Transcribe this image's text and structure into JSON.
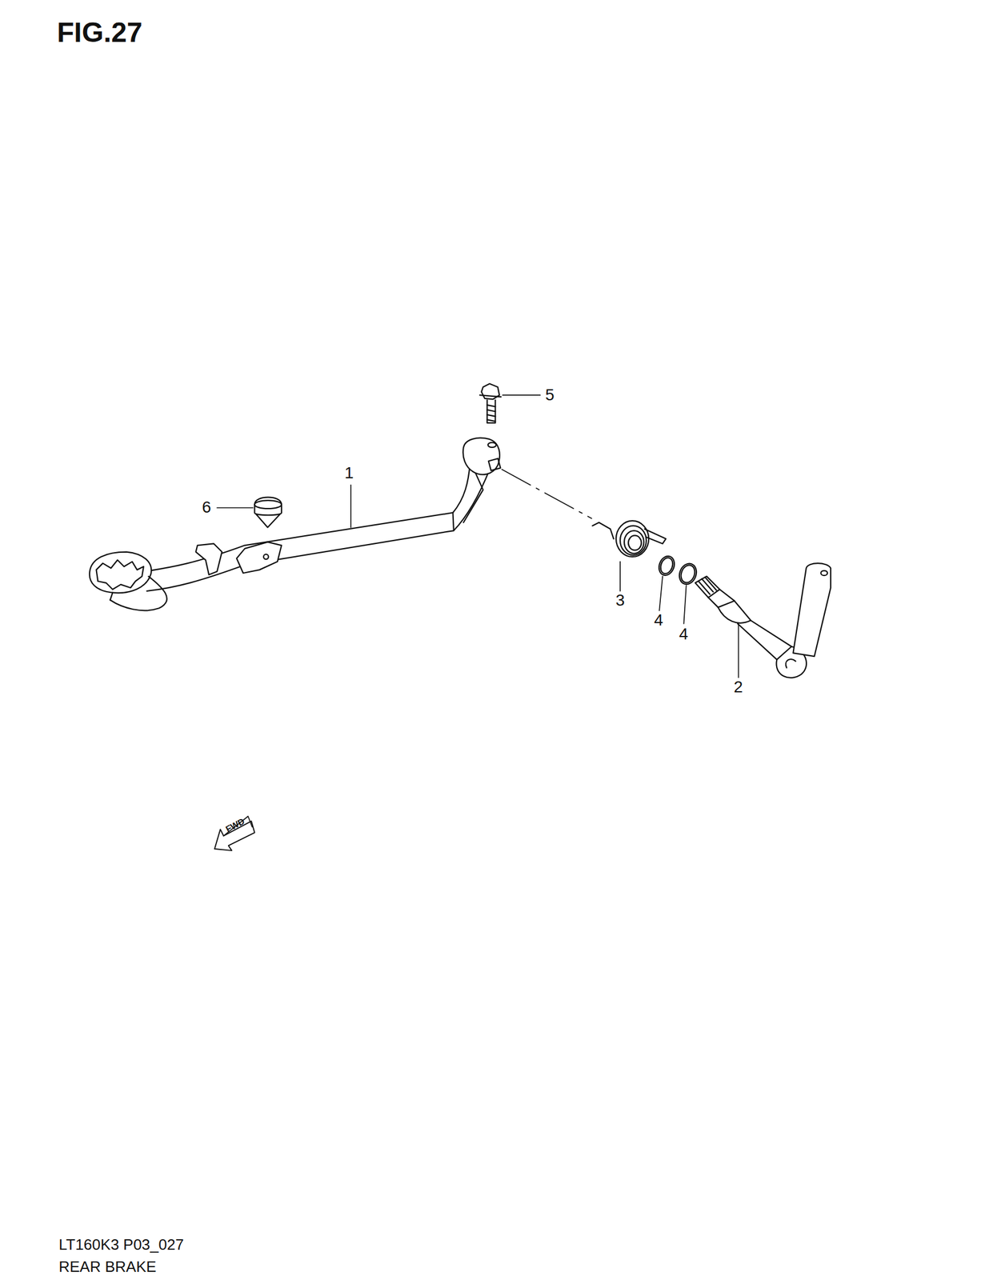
{
  "diagram": {
    "title": "FIG.27",
    "labels": [
      "5",
      "1",
      "6",
      "3",
      "4",
      "4",
      "2",
      "FWD",
      "LT160K3 P03_027",
      "REAR BRAKE"
    ]
  }
}
